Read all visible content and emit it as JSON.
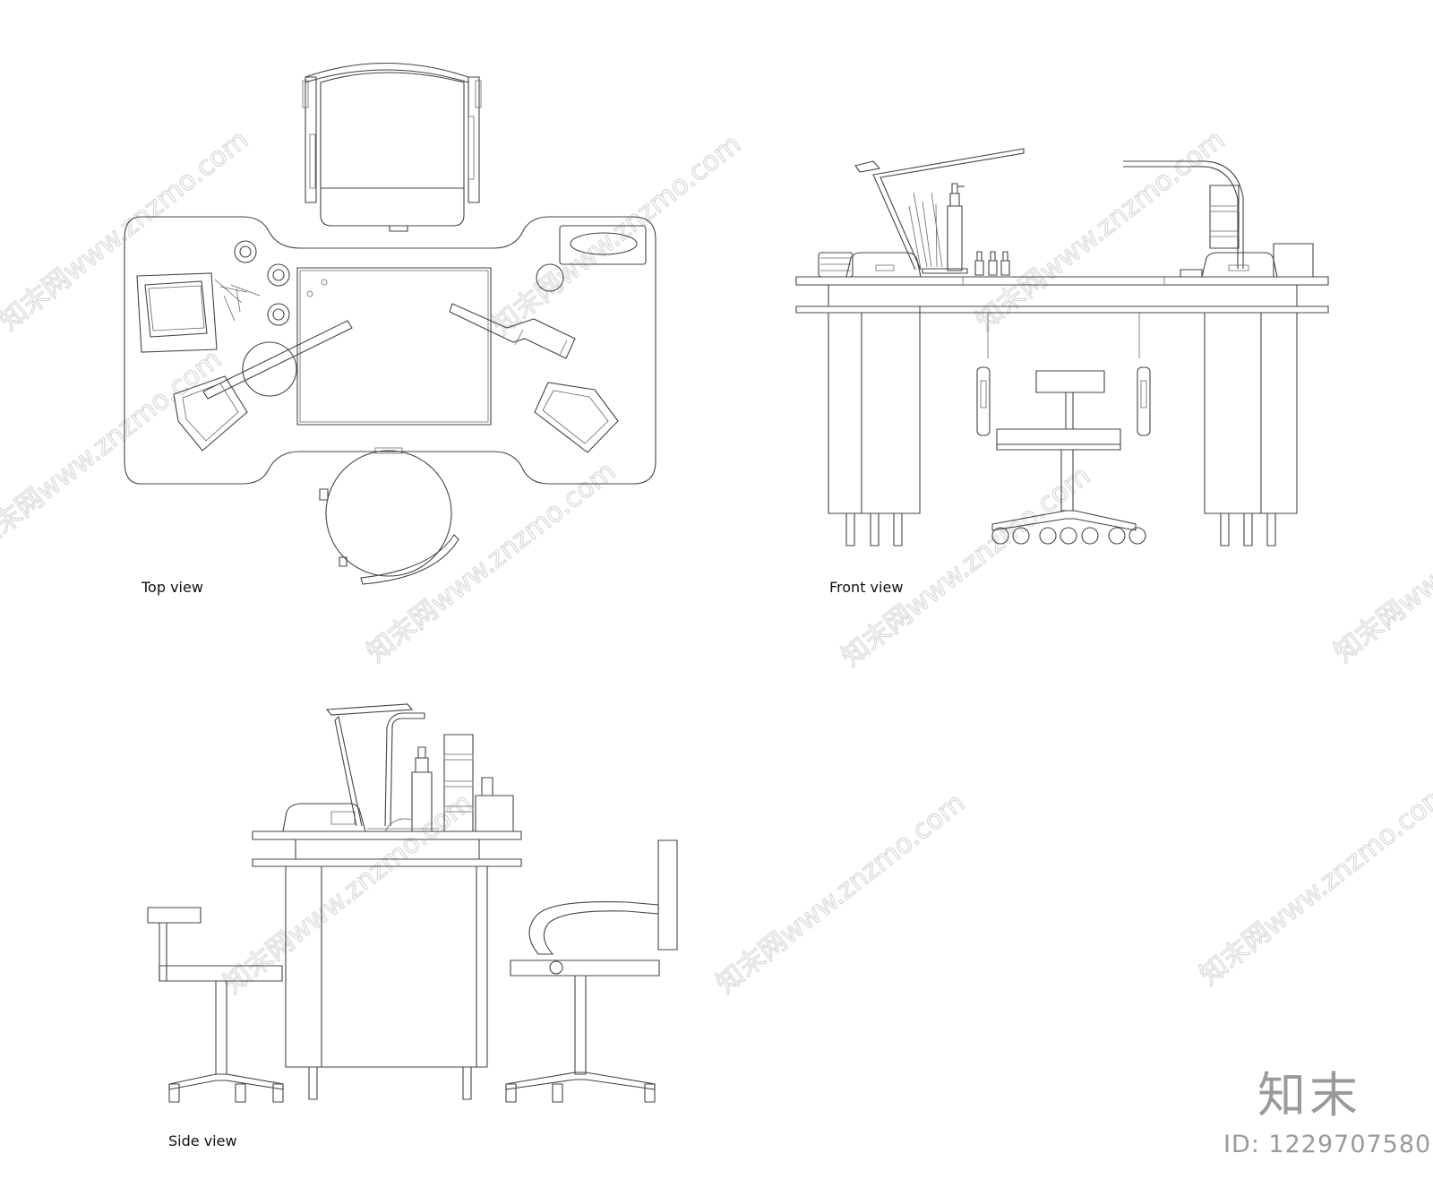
{
  "views": {
    "top": {
      "caption": "Top view"
    },
    "front": {
      "caption": "Front view"
    },
    "side": {
      "caption": "Side view"
    }
  },
  "watermark": {
    "site": "知末网www.znzmo.com",
    "brand": "知末",
    "id_text": "ID: 1229707580"
  }
}
